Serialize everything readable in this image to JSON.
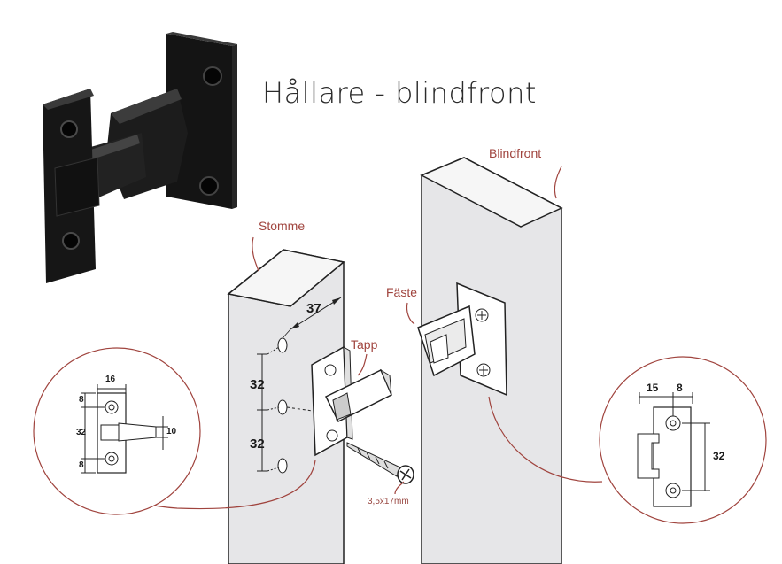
{
  "title": "Hållare - blindfront",
  "labels": {
    "blindfront": "Blindfront",
    "stomme": "Stomme",
    "faste": "Fäste",
    "tapp": "Tapp",
    "screw": "3,5x17mm"
  },
  "dimensions": {
    "d37": "37",
    "d32_upper": "32",
    "d32_lower": "32",
    "left_detail": {
      "w16": "16",
      "h8_top": "8",
      "h32": "32",
      "h8_bottom": "8",
      "w10": "10"
    },
    "right_detail": {
      "w15": "15",
      "w8": "8",
      "h32": "32"
    }
  },
  "colors": {
    "accent": "#a0443e",
    "panel": "#e6e6e8",
    "edge": "#f6f6f6",
    "outline": "#222222"
  }
}
